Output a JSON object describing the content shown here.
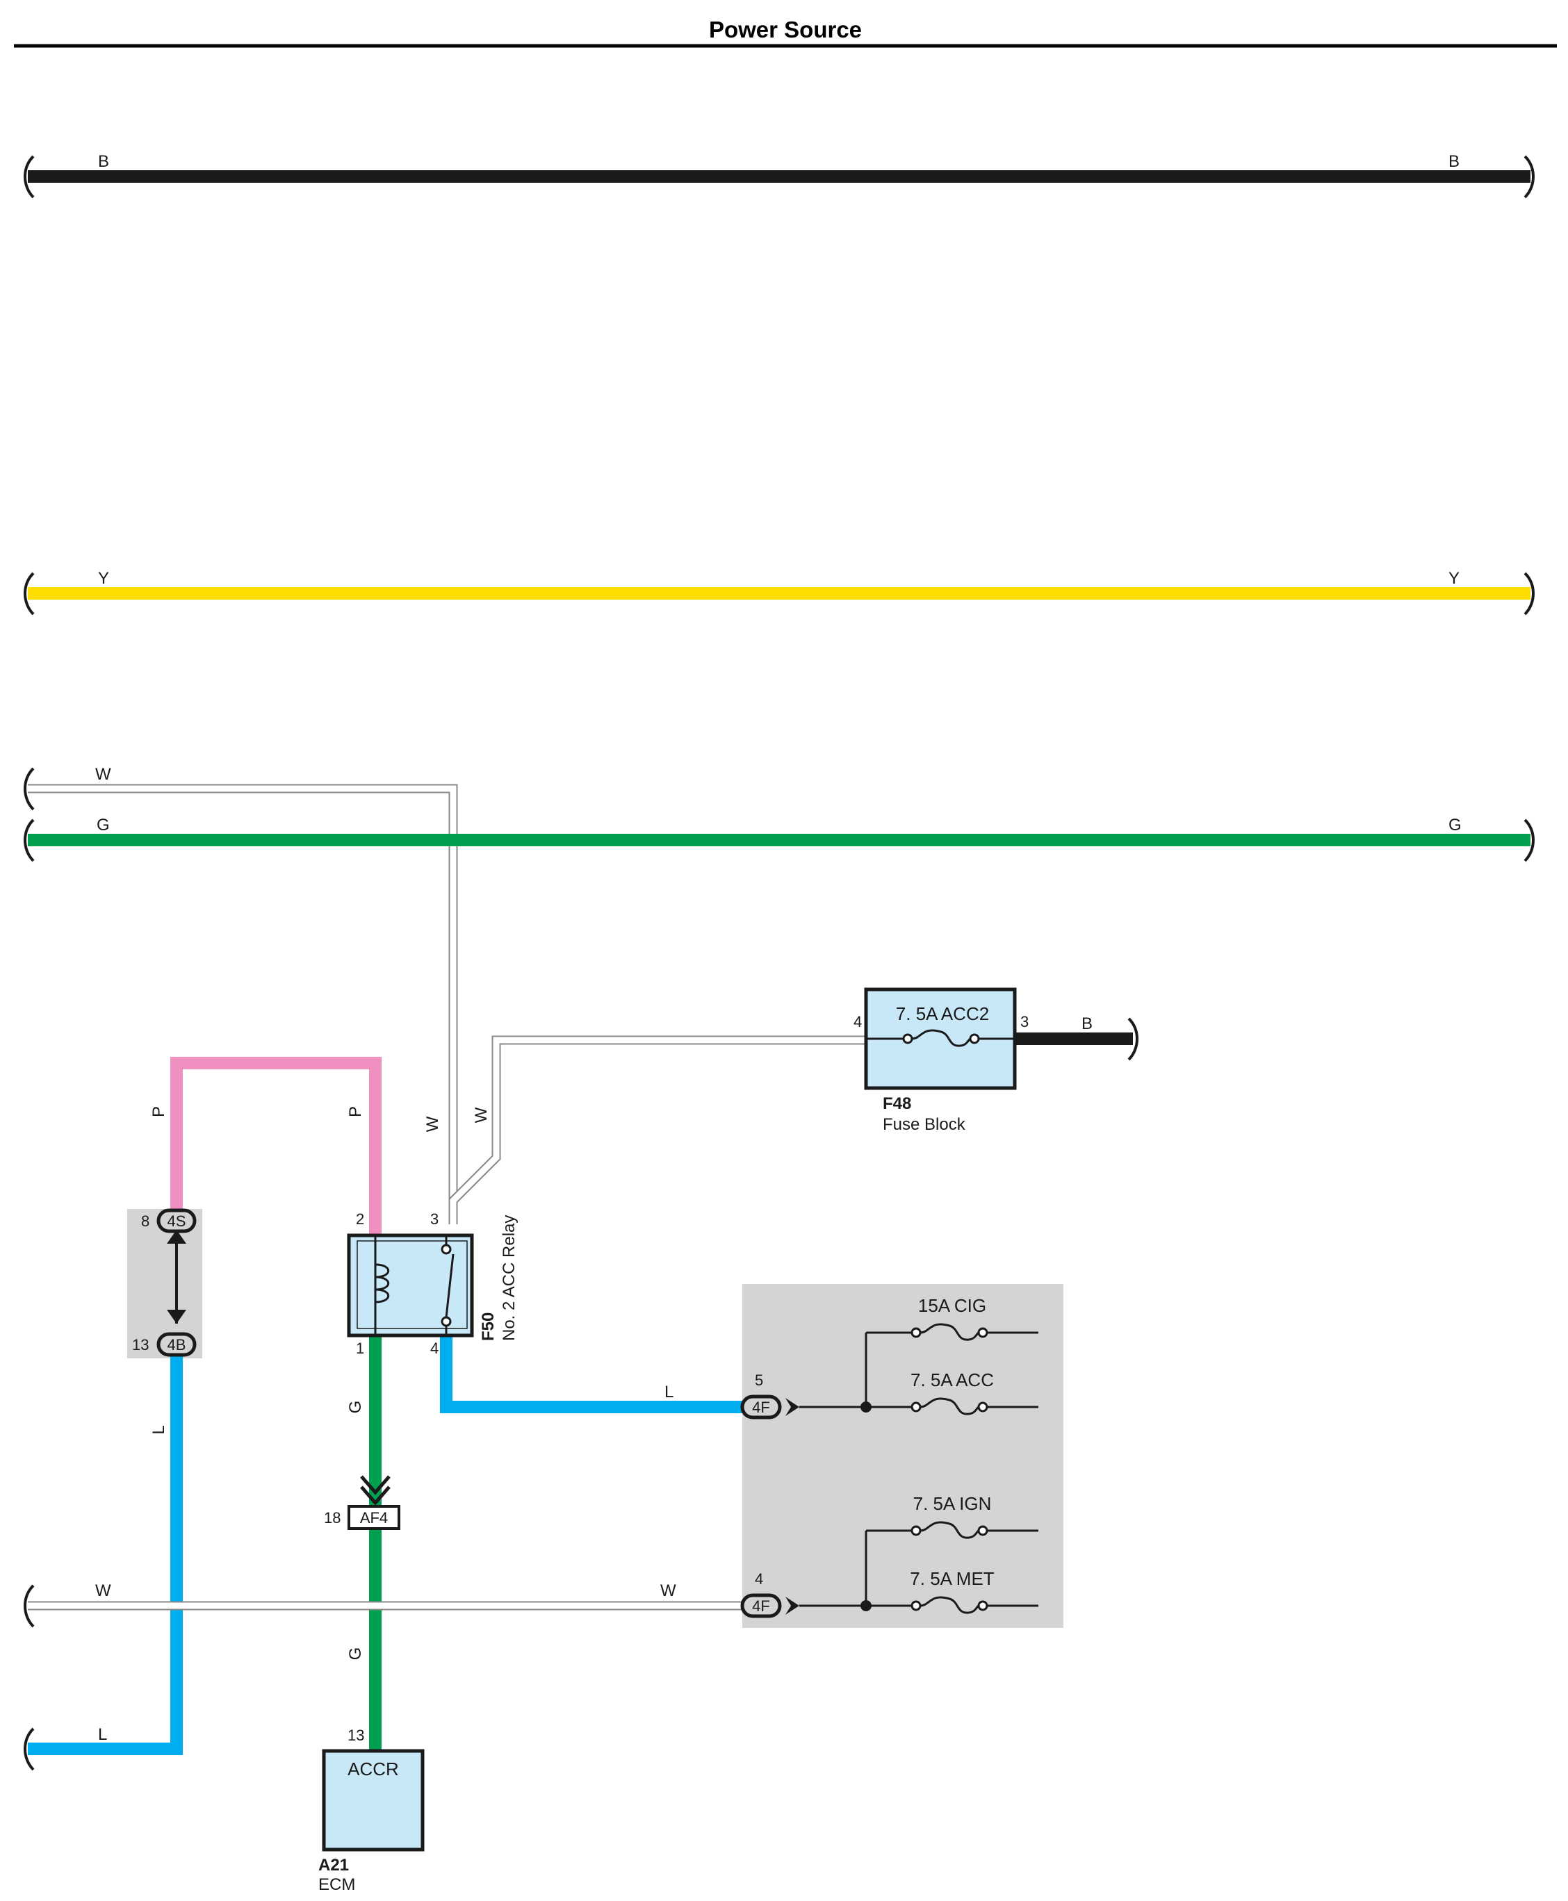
{
  "title": "Power Source",
  "colors": {
    "B": "#1a1a1a",
    "Y": "#ffdd00",
    "G": "#00a050",
    "P": "#f090c0",
    "L": "#00aeef",
    "W_outline": "#888888",
    "component_fill": "#c8e8f8",
    "connector_box": "#d4d4d4"
  },
  "wires": {
    "b_left": "B",
    "b_right": "B",
    "y_left": "Y",
    "y_right": "Y",
    "w_top_left": "W",
    "g_left": "G",
    "g_right": "G",
    "p_left": "P",
    "p_right": "P",
    "w_relay": "W",
    "w_fuse": "W",
    "b_fuse_out": "B",
    "l_left": "L",
    "l_relay": "L",
    "g_relay": "G",
    "g_ecm": "G",
    "w_bottom_left": "W",
    "w_bottom_mid": "W",
    "l_bottom": "L"
  },
  "fuse_block": {
    "fuse": "7. 5A ACC2",
    "pin_in": "4",
    "pin_out": "3",
    "code": "F48",
    "name": "Fuse Block"
  },
  "relay": {
    "code": "F50",
    "name": "No. 2 ACC Relay",
    "pins": {
      "p2": "2",
      "p3": "3",
      "p1": "1",
      "p4": "4"
    }
  },
  "connector_4s_4b": {
    "top_pin": "8",
    "top_id": "4S",
    "bottom_pin": "13",
    "bottom_id": "4B"
  },
  "junction_block": {
    "fuses": [
      "15A CIG",
      "7. 5A ACC",
      "7. 5A IGN",
      "7. 5A MET"
    ],
    "conn_upper_pin": "5",
    "conn_upper_id": "4F",
    "conn_lower_pin": "4",
    "conn_lower_id": "4F"
  },
  "af4": {
    "pin": "18",
    "id": "AF4"
  },
  "ecm": {
    "terminal": "ACCR",
    "pin": "13",
    "code": "A21",
    "name": "ECM"
  }
}
